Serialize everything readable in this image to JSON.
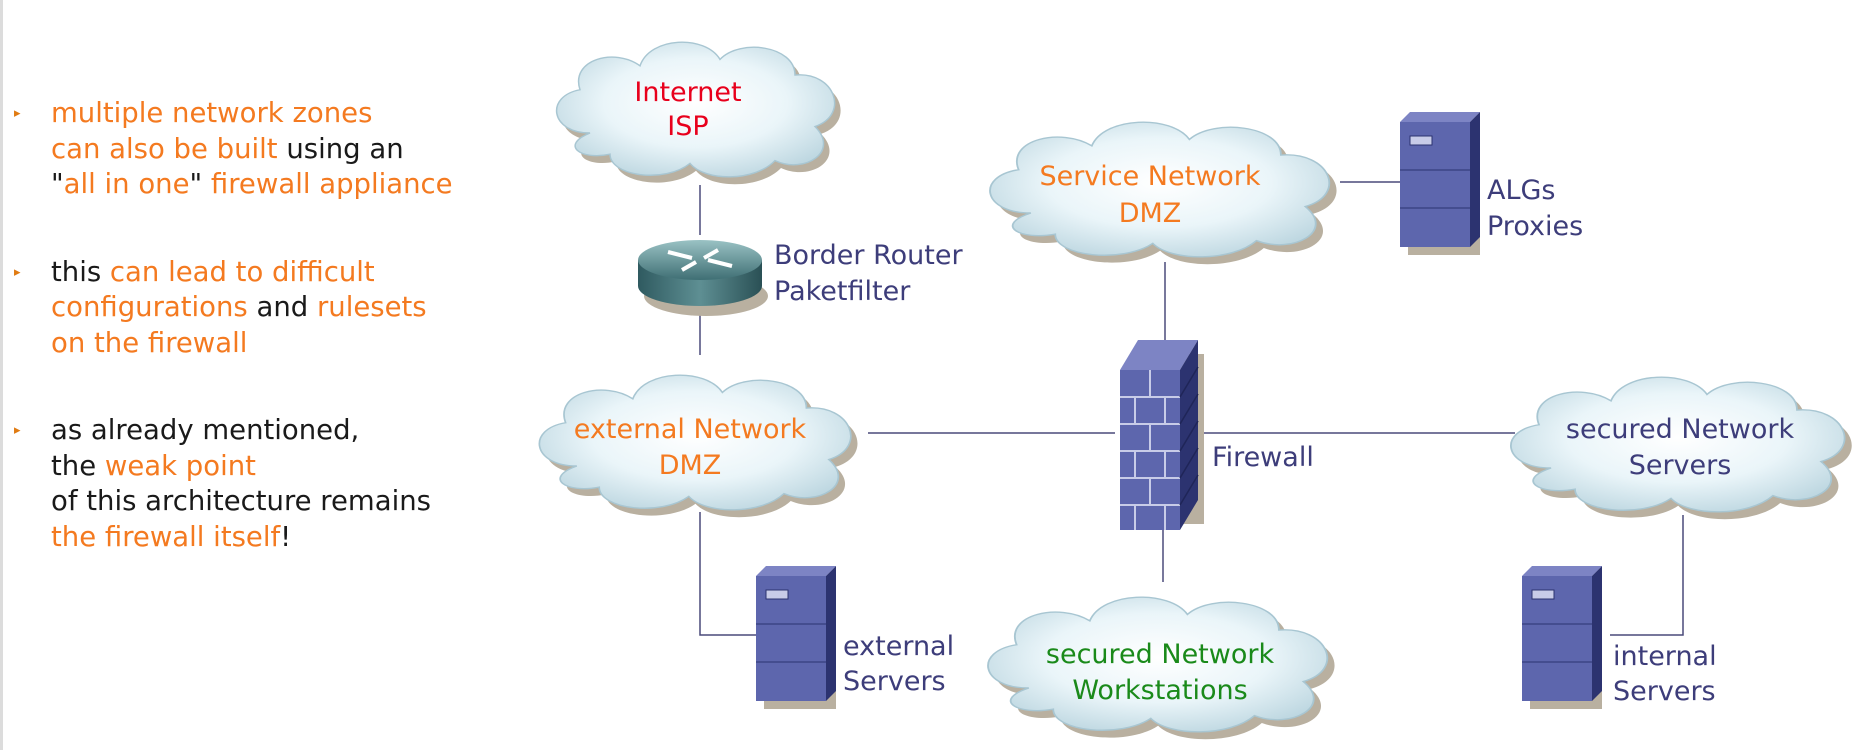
{
  "bullets": [
    {
      "segments": [
        {
          "text": "multiple network zones",
          "accent": true,
          "br": true
        },
        {
          "text": "can also be built",
          "accent": true
        },
        {
          "text": " using an",
          "accent": false,
          "br": true
        },
        {
          "text": "\"",
          "accent": false
        },
        {
          "text": "all in one",
          "accent": true
        },
        {
          "text": "\" ",
          "accent": false
        },
        {
          "text": "firewall appliance",
          "accent": true
        }
      ]
    },
    {
      "segments": [
        {
          "text": "this ",
          "accent": false
        },
        {
          "text": "can lead to difficult",
          "accent": true,
          "br": true
        },
        {
          "text": "configurations",
          "accent": true
        },
        {
          "text": " and ",
          "accent": false
        },
        {
          "text": "rulesets",
          "accent": true,
          "br": true
        },
        {
          "text": "on the firewall",
          "accent": true
        }
      ]
    },
    {
      "segments": [
        {
          "text": "as already mentioned,",
          "accent": false,
          "br": true
        },
        {
          "text": "the ",
          "accent": false
        },
        {
          "text": "weak point",
          "accent": true,
          "br": true
        },
        {
          "text": "of this architecture remains",
          "accent": false,
          "br": true
        },
        {
          "text": "the firewall itself",
          "accent": true
        },
        {
          "text": "!",
          "accent": false
        }
      ]
    }
  ],
  "diagram": {
    "clouds": {
      "internet": {
        "line1": "Internet",
        "line2": "ISP"
      },
      "service": {
        "line1": "Service Network",
        "line2": "DMZ"
      },
      "external": {
        "line1": "external Network",
        "line2": "DMZ"
      },
      "secured_servers": {
        "line1": "secured Network",
        "line2": "Servers"
      },
      "secured_workstations": {
        "line1": "secured Network",
        "line2": "Workstations"
      }
    },
    "labels": {
      "router_1": "Border Router",
      "router_2": "Paketfilter",
      "alg_1": "ALGs",
      "alg_2": "Proxies",
      "firewall": "Firewall",
      "ext_srv_1": "external",
      "ext_srv_2": "Servers",
      "int_srv_1": "internal",
      "int_srv_2": "Servers"
    }
  },
  "colors": {
    "accent": "#f47a20",
    "text": "#1a1a1a",
    "label": "#3d3d7a",
    "internet": "#e8001c",
    "workstations": "#1a8a1a",
    "line": "#4a4a7a",
    "cloud": "#dff0f5"
  }
}
